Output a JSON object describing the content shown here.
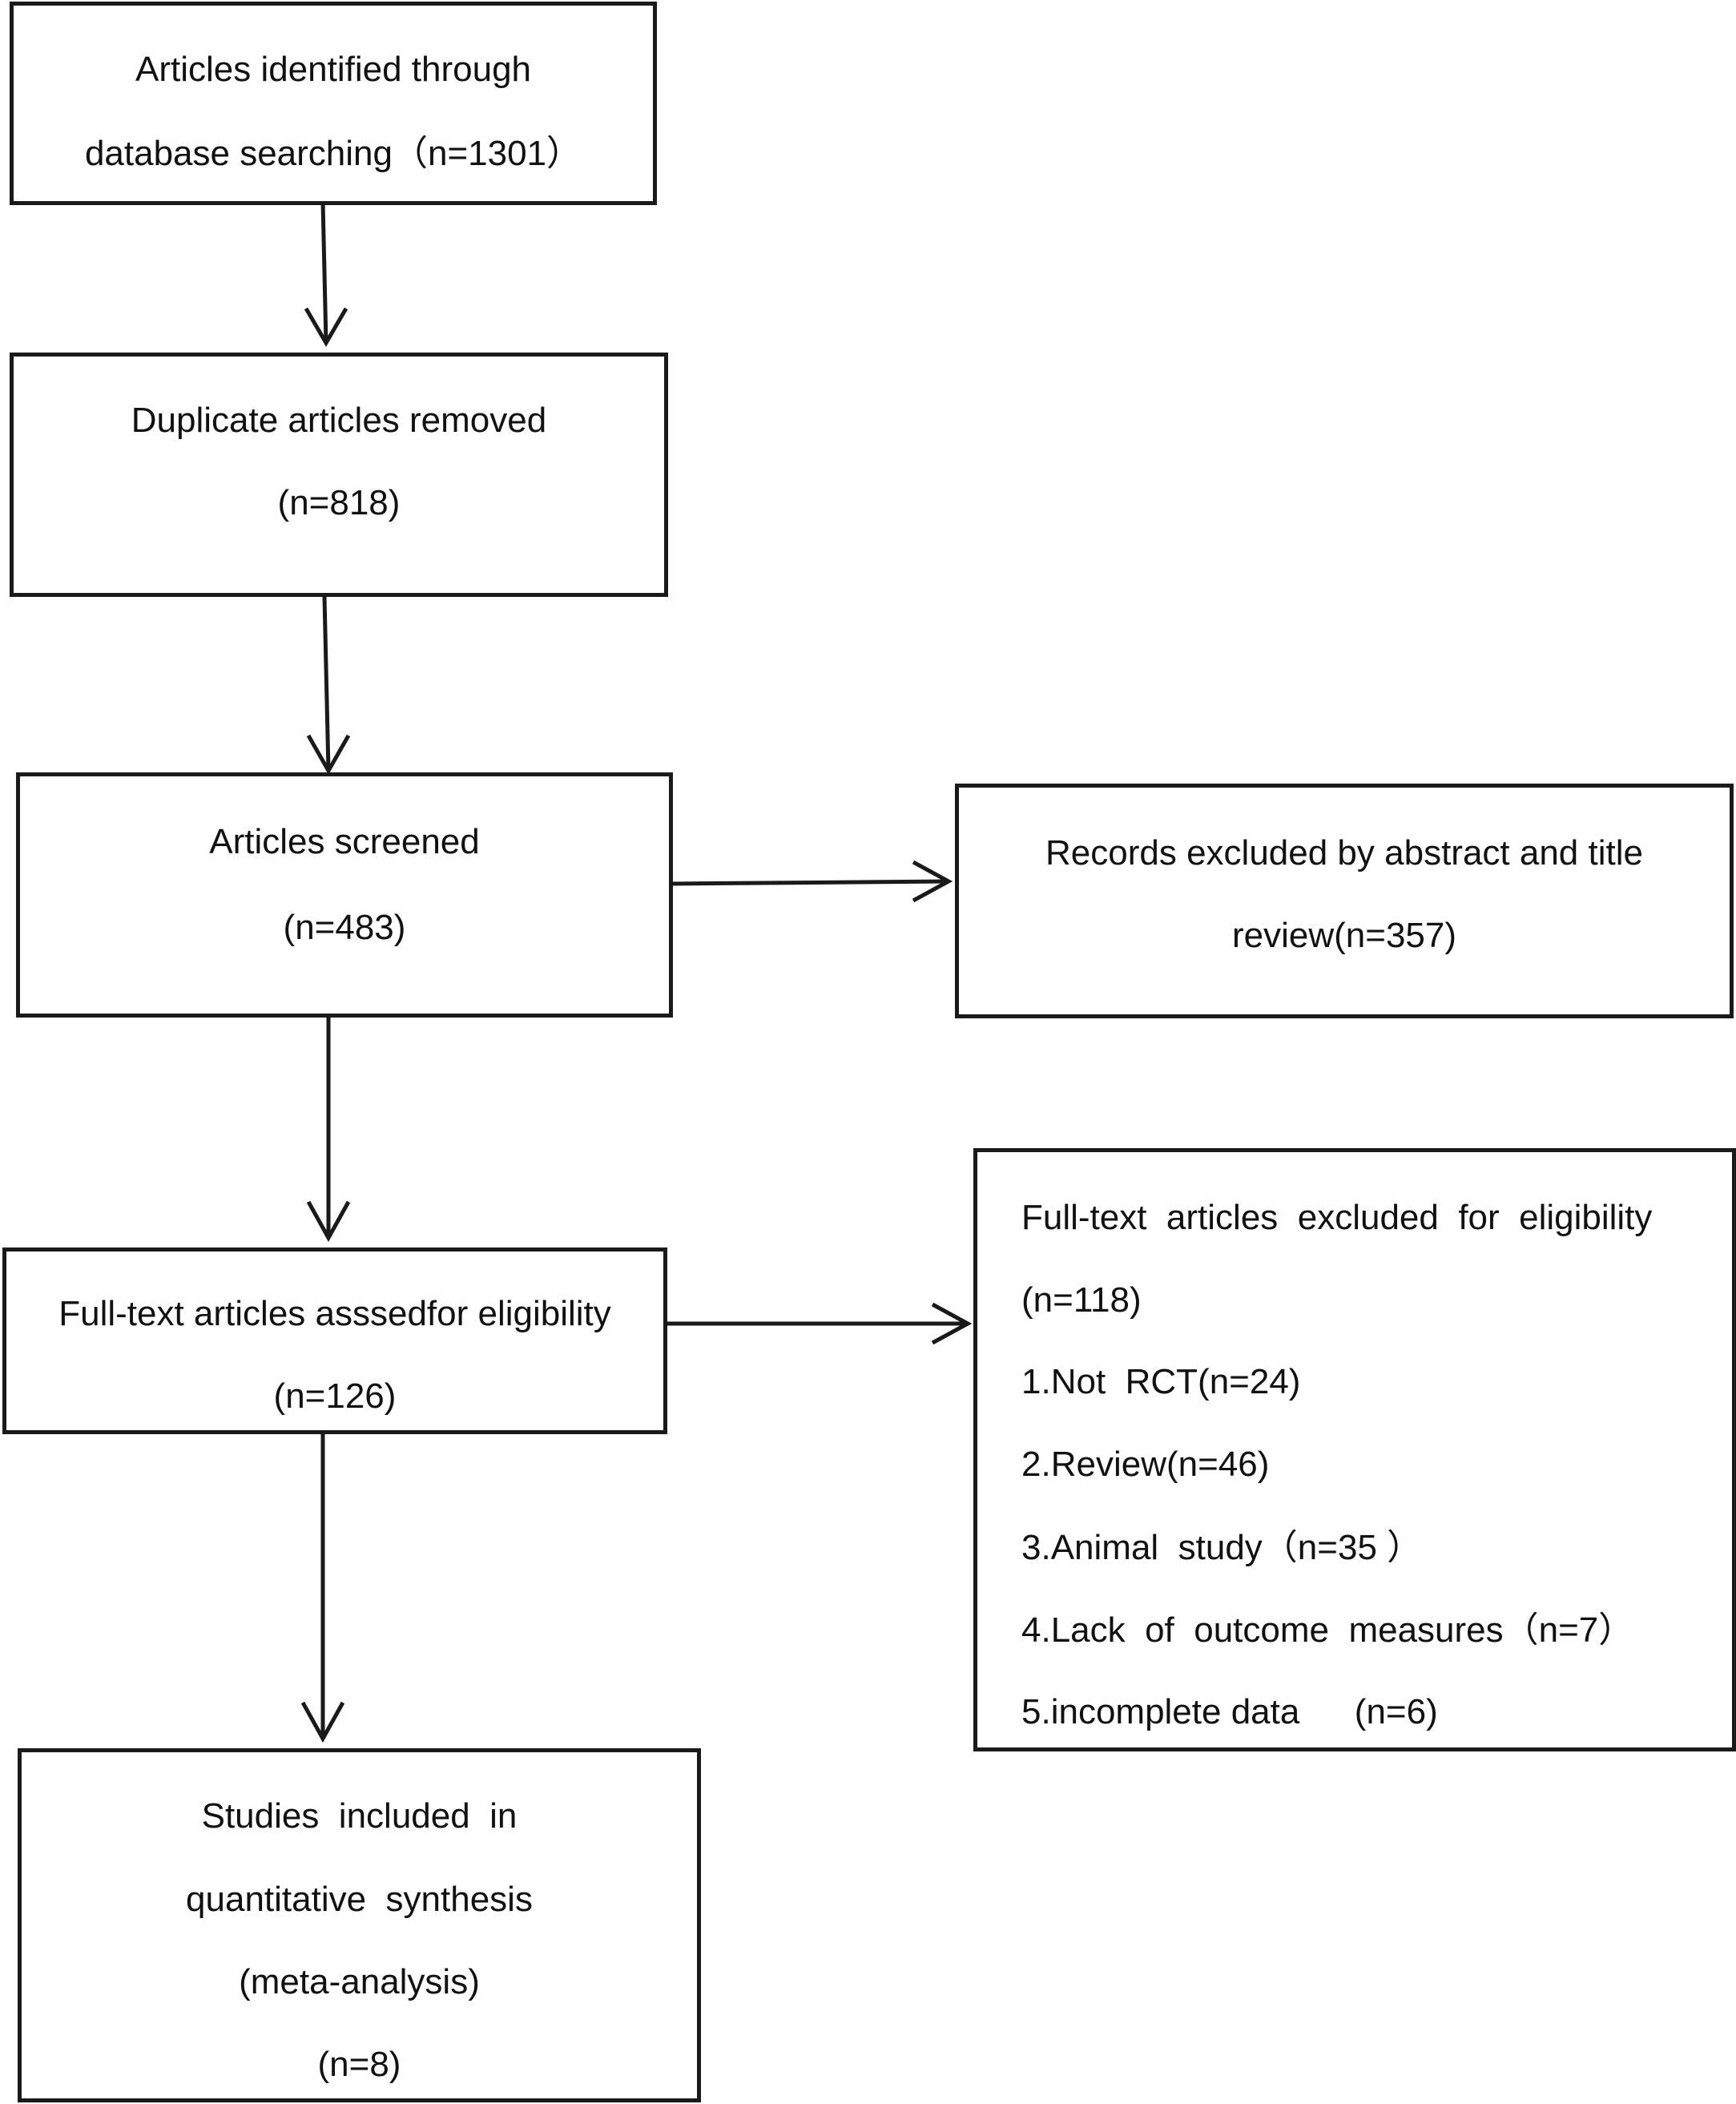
{
  "boxes": {
    "identified": [
      "Articles identified through",
      "database searching（n=1301）"
    ],
    "duplicates": [
      "Duplicate articles removed",
      "(n=818)"
    ],
    "screened": [
      "Articles screened",
      "(n=483)"
    ],
    "excluded_abstract": [
      "Records excluded by abstract and title",
      "review(n=357)"
    ],
    "fulltext": [
      "Full-text articles asssedfor eligibility",
      "(n=126)"
    ],
    "excluded_fulltext": [
      "Full-text  articles  excluded  for  eligibility",
      "(n=118)",
      "1.Not  RCT(n=24)",
      "2.Review(n=46)",
      "3.Animal  study（n=35 ）",
      "4.Lack  of  outcome  measures（n=7）",
      "5.incomplete data  　(n=6)"
    ],
    "included": [
      "Studies  included  in",
      "quantitative  synthesis",
      "(meta-analysis)",
      "(n=8)"
    ]
  }
}
